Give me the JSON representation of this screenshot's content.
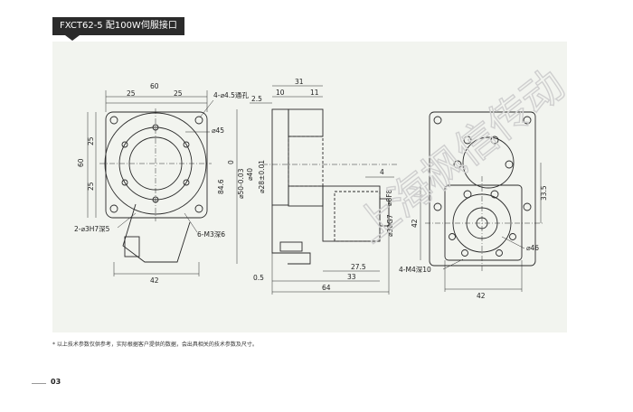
{
  "header": {
    "title": "FXCT62-5 配100W伺服接口"
  },
  "footer": {
    "note": "* 以上技术参数仅供参考，实际根据客户提供的数据，会出具相关的技术参数及尺寸。",
    "page_number": "03"
  },
  "watermark": "上海枫信传动",
  "drawing": {
    "front_view": {
      "width_total": "60",
      "half_left": "25",
      "half_right": "25",
      "height_total": "60",
      "height_upper": "25",
      "height_lower": "25",
      "bottom_width": "42",
      "callout_through_holes": "4-⌀4.5通孔",
      "callout_bolt_circle": "⌀45",
      "callout_pin_holes": "2-⌀3H7深5",
      "callout_threads": "6-M3深6"
    },
    "side_view": {
      "top_overall": "31",
      "top_left": "10",
      "top_right": "11",
      "step_small": "2.5",
      "bore_50": "⌀50-0.03",
      "bore_40": "⌀40",
      "bore_28": "⌀28±0.01",
      "zero": "0",
      "height_84": "84.6",
      "shaft_offset": "4",
      "shaft_dia": "⌀8F8",
      "spigot": "⌀30G7",
      "len_27": "27.5",
      "len_33": "33",
      "len_64": "64",
      "len_05": "0.5"
    },
    "rear_view": {
      "height_42": "42",
      "offset_33": "33.5",
      "circle_46": "⌀46",
      "threads": "4-M4深10",
      "bottom_width": "42"
    }
  }
}
